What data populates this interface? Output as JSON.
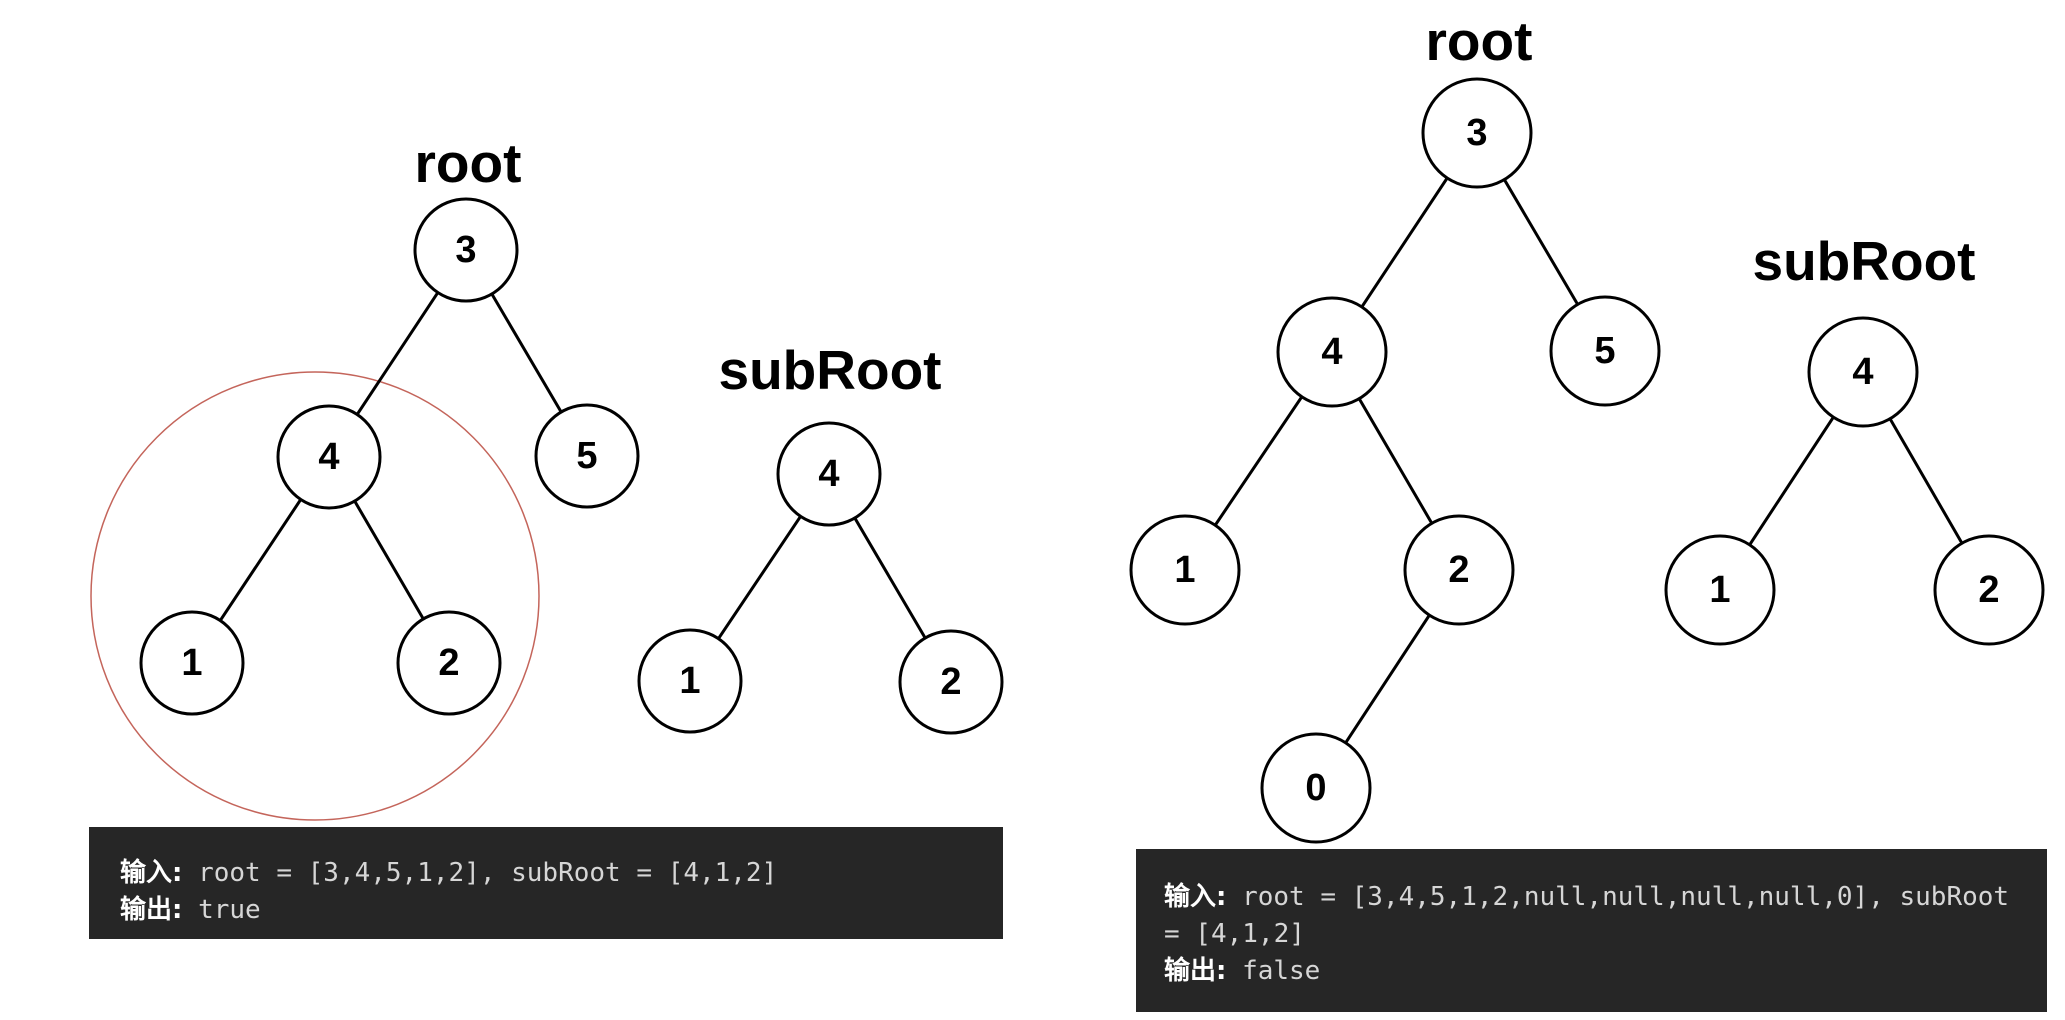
{
  "examples": [
    {
      "root_label": "root",
      "subroot_label": "subRoot",
      "root_tree": [
        "3",
        "4",
        "5",
        "1",
        "2"
      ],
      "subroot_tree": [
        "4",
        "1",
        "2"
      ],
      "input_key": "输入:",
      "input_value": "root = [3,4,5,1,2], subRoot = [4,1,2]",
      "output_key": "输出:",
      "output_value": "true"
    },
    {
      "root_label": "root",
      "subroot_label": "subRoot",
      "root_tree": [
        "3",
        "4",
        "5",
        "1",
        "2",
        "0"
      ],
      "subroot_tree": [
        "4",
        "1",
        "2"
      ],
      "input_key": "输入:",
      "input_value": "root = [3,4,5,1,2,null,null,null,null,0], subRoot = [4,1,2]",
      "output_key": "输出:",
      "output_value": "false"
    }
  ],
  "colors": {
    "highlight_circle": "#c4655b",
    "codebox_bg": "#262626"
  }
}
